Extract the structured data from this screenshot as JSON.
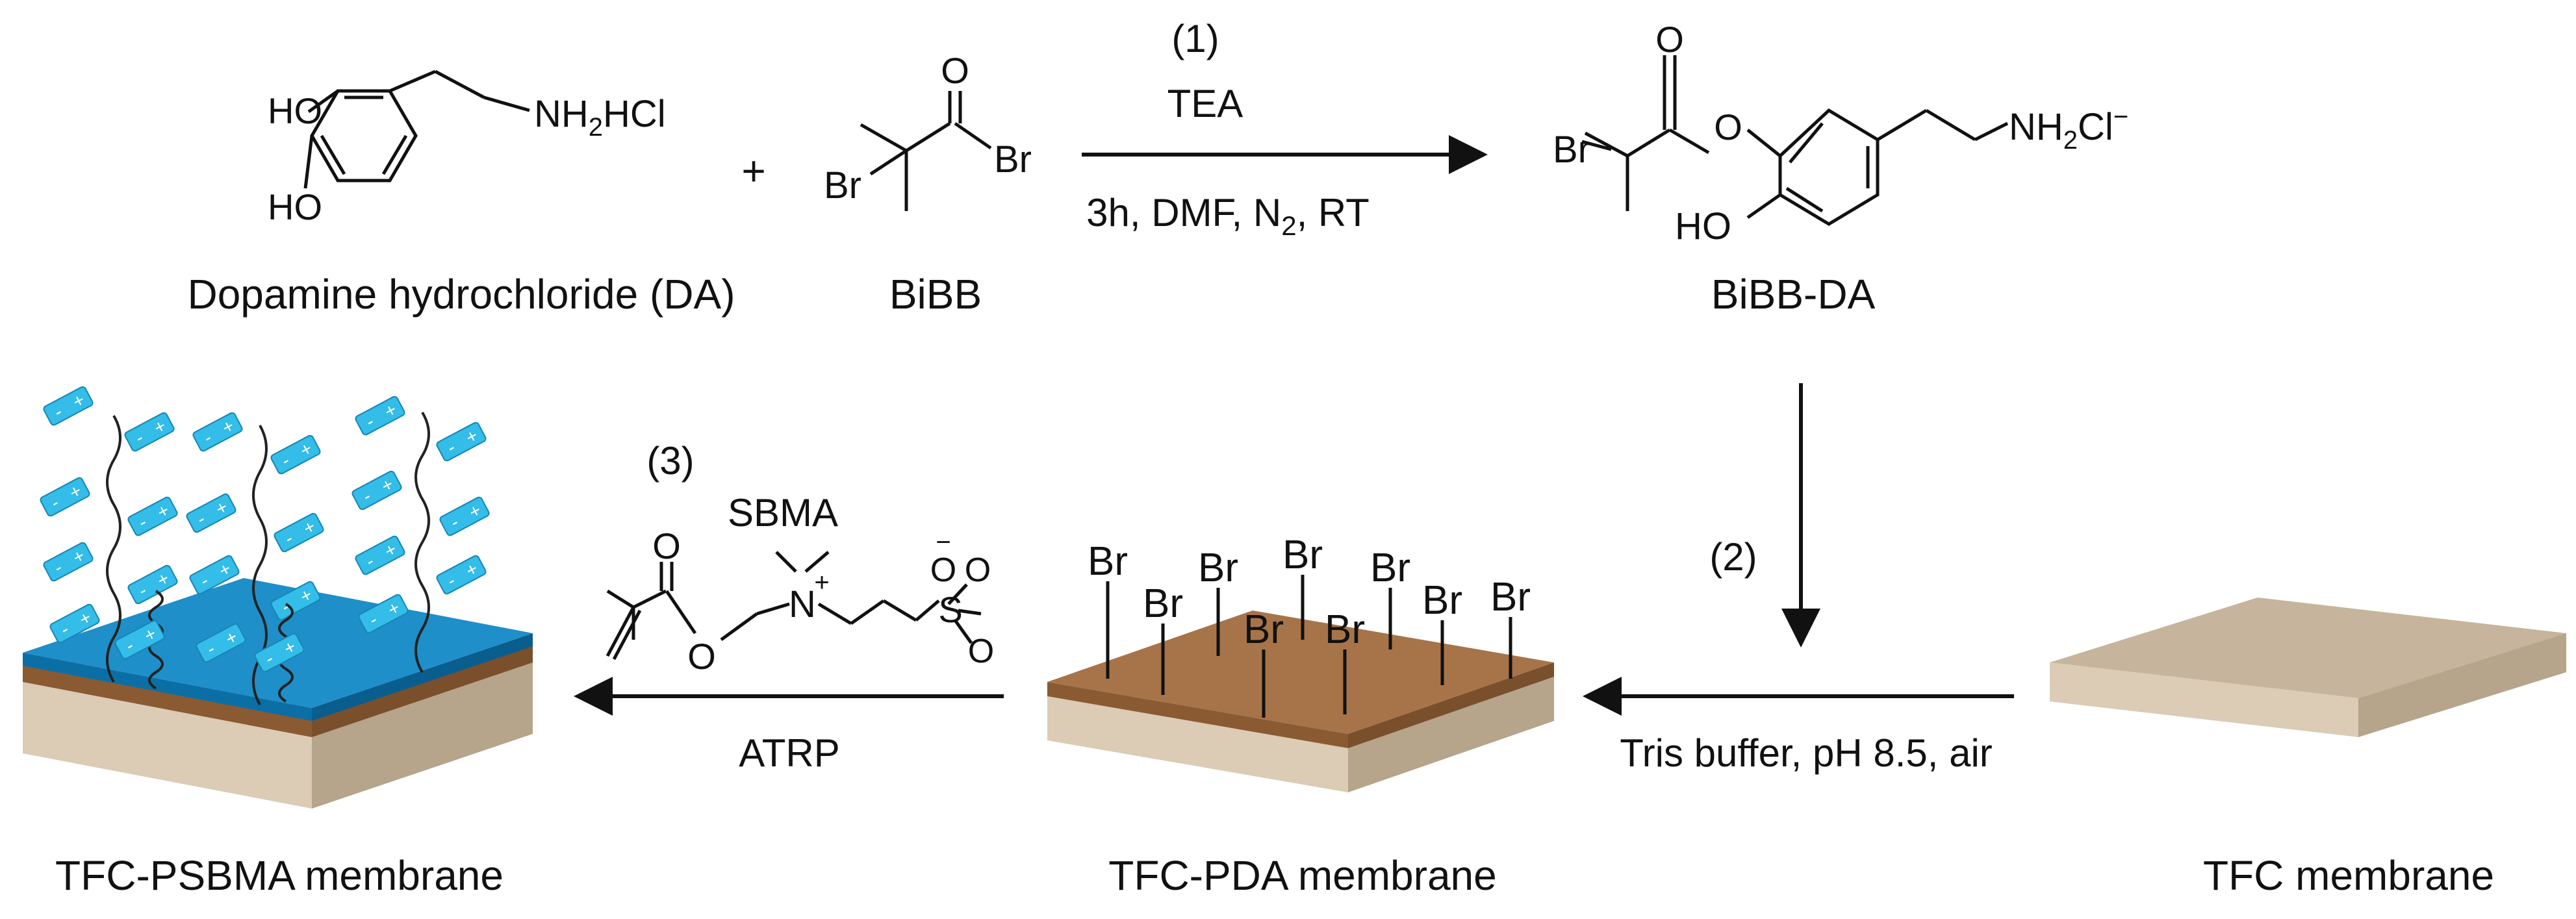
{
  "steps": {
    "step1": {
      "number": "(1)",
      "reagent": "TEA",
      "conditions_pre": "3h, DMF, N",
      "conditions_sub": "2",
      "conditions_post": ", RT"
    },
    "step2": {
      "number": "(2)",
      "conditions": "Tris buffer, pH 8.5, air"
    },
    "step3": {
      "number": "(3)",
      "monomer": "SBMA",
      "method": "ATRP"
    }
  },
  "compounds": {
    "dopamine": {
      "caption": "Dopamine hydrochloride (DA)",
      "ho1": "HO",
      "ho2": "HO",
      "amine_pre": "NH",
      "amine_sub": "2",
      "amine_post": "HCl"
    },
    "plus": "+",
    "bibb": {
      "caption": "BiBB",
      "o": "O",
      "br_acyl": "Br",
      "br_alkyl": "Br"
    },
    "bibb_da": {
      "caption": "BiBB-DA",
      "o_carbonyl": "O",
      "o_ester": "O",
      "br": "Br",
      "ho": "HO",
      "amine_pre": "NH",
      "amine_sub": "2",
      "amine_post": "Cl",
      "amine_sup": "−"
    },
    "sbma": {
      "o_carbonyl": "O",
      "o_ester": "O",
      "n": "N",
      "n_charge": "+",
      "s": "S",
      "o_minus": "O",
      "o_minus_charge": "−",
      "o_top": "O",
      "o_bottom": "O"
    }
  },
  "membranes": {
    "tfc": {
      "caption": "TFC membrane"
    },
    "tfc_pda": {
      "caption": "TFC-PDA membrane",
      "grafted_label": "Br"
    },
    "tfc_psbma": {
      "caption": "TFC-PSBMA membrane",
      "zwitterion_plus": "+",
      "zwitterion_minus": "-"
    }
  },
  "colors": {
    "tfc_top": "#c6b49c",
    "tfc_side": "#dccbb5",
    "pda_top": "#a77449",
    "pda_side_dark": "#8a5a33",
    "psbma_top": "#1f8fc9",
    "brush_cyan": "#33bde8",
    "ink": "#111111"
  }
}
